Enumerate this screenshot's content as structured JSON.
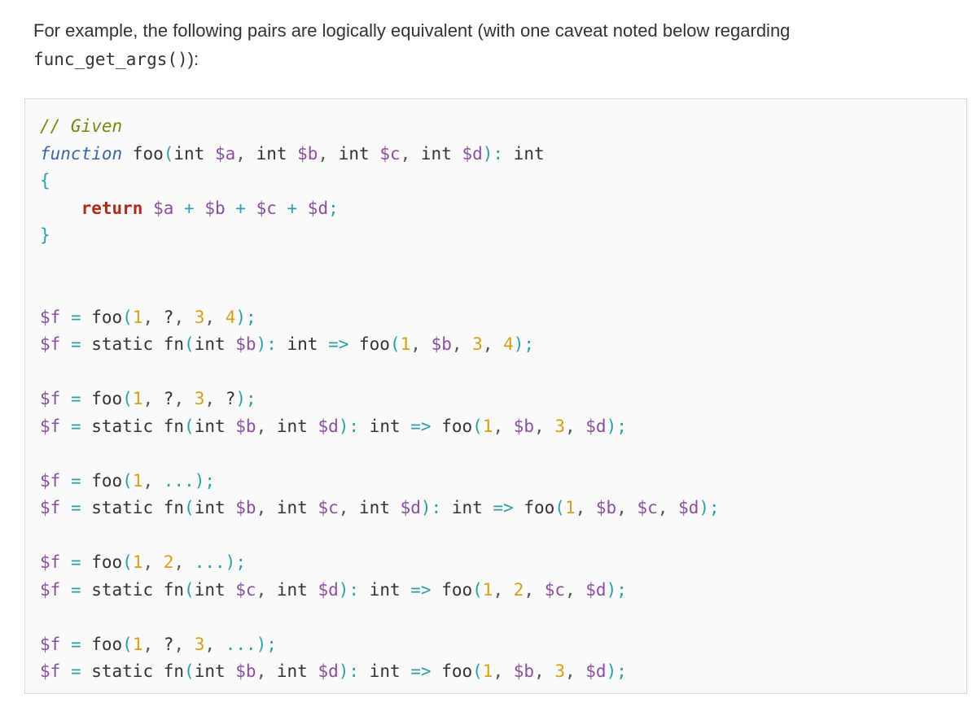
{
  "intro": {
    "text_before": "For example, the following pairs are logically equivalent (with one caveat noted below regarding",
    "code_ref": "func_get_args()",
    "text_after": "):"
  },
  "code_lines": [
    [
      {
        "t": "// Given",
        "c": "cm"
      }
    ],
    [
      {
        "t": "function",
        "c": "kw-fn"
      },
      {
        "t": " foo",
        "c": "plain"
      },
      {
        "t": "(",
        "c": "op"
      },
      {
        "t": "int ",
        "c": "plain"
      },
      {
        "t": "$a",
        "c": "var"
      },
      {
        "t": ", ",
        "c": "pun"
      },
      {
        "t": "int ",
        "c": "plain"
      },
      {
        "t": "$b",
        "c": "var"
      },
      {
        "t": ", ",
        "c": "pun"
      },
      {
        "t": "int ",
        "c": "plain"
      },
      {
        "t": "$c",
        "c": "var"
      },
      {
        "t": ", ",
        "c": "pun"
      },
      {
        "t": "int ",
        "c": "plain"
      },
      {
        "t": "$d",
        "c": "var"
      },
      {
        "t": "):",
        "c": "op"
      },
      {
        "t": " int",
        "c": "plain"
      }
    ],
    [
      {
        "t": "{",
        "c": "op"
      }
    ],
    [
      {
        "t": "    ",
        "c": "plain"
      },
      {
        "t": "return",
        "c": "kw-ret"
      },
      {
        "t": " ",
        "c": "plain"
      },
      {
        "t": "$a",
        "c": "var"
      },
      {
        "t": " + ",
        "c": "op"
      },
      {
        "t": "$b",
        "c": "var"
      },
      {
        "t": " + ",
        "c": "op"
      },
      {
        "t": "$c",
        "c": "var"
      },
      {
        "t": " + ",
        "c": "op"
      },
      {
        "t": "$d",
        "c": "var"
      },
      {
        "t": ";",
        "c": "op"
      }
    ],
    [
      {
        "t": "}",
        "c": "op"
      }
    ],
    [],
    [],
    [
      {
        "t": "$f",
        "c": "var"
      },
      {
        "t": " = ",
        "c": "op"
      },
      {
        "t": "foo",
        "c": "plain"
      },
      {
        "t": "(",
        "c": "op"
      },
      {
        "t": "1",
        "c": "num"
      },
      {
        "t": ", ",
        "c": "pun"
      },
      {
        "t": "?",
        "c": "plain"
      },
      {
        "t": ", ",
        "c": "pun"
      },
      {
        "t": "3",
        "c": "num"
      },
      {
        "t": ", ",
        "c": "pun"
      },
      {
        "t": "4",
        "c": "num"
      },
      {
        "t": ");",
        "c": "op"
      }
    ],
    [
      {
        "t": "$f",
        "c": "var"
      },
      {
        "t": " = ",
        "c": "op"
      },
      {
        "t": "static fn",
        "c": "plain"
      },
      {
        "t": "(",
        "c": "op"
      },
      {
        "t": "int ",
        "c": "plain"
      },
      {
        "t": "$b",
        "c": "var"
      },
      {
        "t": "):",
        "c": "op"
      },
      {
        "t": " int ",
        "c": "plain"
      },
      {
        "t": "=>",
        "c": "op"
      },
      {
        "t": " foo",
        "c": "plain"
      },
      {
        "t": "(",
        "c": "op"
      },
      {
        "t": "1",
        "c": "num"
      },
      {
        "t": ", ",
        "c": "pun"
      },
      {
        "t": "$b",
        "c": "var"
      },
      {
        "t": ", ",
        "c": "pun"
      },
      {
        "t": "3",
        "c": "num"
      },
      {
        "t": ", ",
        "c": "pun"
      },
      {
        "t": "4",
        "c": "num"
      },
      {
        "t": ");",
        "c": "op"
      }
    ],
    [],
    [
      {
        "t": "$f",
        "c": "var"
      },
      {
        "t": " = ",
        "c": "op"
      },
      {
        "t": "foo",
        "c": "plain"
      },
      {
        "t": "(",
        "c": "op"
      },
      {
        "t": "1",
        "c": "num"
      },
      {
        "t": ", ",
        "c": "pun"
      },
      {
        "t": "?",
        "c": "plain"
      },
      {
        "t": ", ",
        "c": "pun"
      },
      {
        "t": "3",
        "c": "num"
      },
      {
        "t": ", ",
        "c": "pun"
      },
      {
        "t": "?",
        "c": "plain"
      },
      {
        "t": ");",
        "c": "op"
      }
    ],
    [
      {
        "t": "$f",
        "c": "var"
      },
      {
        "t": " = ",
        "c": "op"
      },
      {
        "t": "static fn",
        "c": "plain"
      },
      {
        "t": "(",
        "c": "op"
      },
      {
        "t": "int ",
        "c": "plain"
      },
      {
        "t": "$b",
        "c": "var"
      },
      {
        "t": ", ",
        "c": "pun"
      },
      {
        "t": "int ",
        "c": "plain"
      },
      {
        "t": "$d",
        "c": "var"
      },
      {
        "t": "):",
        "c": "op"
      },
      {
        "t": " int ",
        "c": "plain"
      },
      {
        "t": "=>",
        "c": "op"
      },
      {
        "t": " foo",
        "c": "plain"
      },
      {
        "t": "(",
        "c": "op"
      },
      {
        "t": "1",
        "c": "num"
      },
      {
        "t": ", ",
        "c": "pun"
      },
      {
        "t": "$b",
        "c": "var"
      },
      {
        "t": ", ",
        "c": "pun"
      },
      {
        "t": "3",
        "c": "num"
      },
      {
        "t": ", ",
        "c": "pun"
      },
      {
        "t": "$d",
        "c": "var"
      },
      {
        "t": ");",
        "c": "op"
      }
    ],
    [],
    [
      {
        "t": "$f",
        "c": "var"
      },
      {
        "t": " = ",
        "c": "op"
      },
      {
        "t": "foo",
        "c": "plain"
      },
      {
        "t": "(",
        "c": "op"
      },
      {
        "t": "1",
        "c": "num"
      },
      {
        "t": ", ",
        "c": "pun"
      },
      {
        "t": "...",
        "c": "op"
      },
      {
        "t": ");",
        "c": "op"
      }
    ],
    [
      {
        "t": "$f",
        "c": "var"
      },
      {
        "t": " = ",
        "c": "op"
      },
      {
        "t": "static fn",
        "c": "plain"
      },
      {
        "t": "(",
        "c": "op"
      },
      {
        "t": "int ",
        "c": "plain"
      },
      {
        "t": "$b",
        "c": "var"
      },
      {
        "t": ", ",
        "c": "pun"
      },
      {
        "t": "int ",
        "c": "plain"
      },
      {
        "t": "$c",
        "c": "var"
      },
      {
        "t": ", ",
        "c": "pun"
      },
      {
        "t": "int ",
        "c": "plain"
      },
      {
        "t": "$d",
        "c": "var"
      },
      {
        "t": "):",
        "c": "op"
      },
      {
        "t": " int ",
        "c": "plain"
      },
      {
        "t": "=>",
        "c": "op"
      },
      {
        "t": " foo",
        "c": "plain"
      },
      {
        "t": "(",
        "c": "op"
      },
      {
        "t": "1",
        "c": "num"
      },
      {
        "t": ", ",
        "c": "pun"
      },
      {
        "t": "$b",
        "c": "var"
      },
      {
        "t": ", ",
        "c": "pun"
      },
      {
        "t": "$c",
        "c": "var"
      },
      {
        "t": ", ",
        "c": "pun"
      },
      {
        "t": "$d",
        "c": "var"
      },
      {
        "t": ");",
        "c": "op"
      }
    ],
    [],
    [
      {
        "t": "$f",
        "c": "var"
      },
      {
        "t": " = ",
        "c": "op"
      },
      {
        "t": "foo",
        "c": "plain"
      },
      {
        "t": "(",
        "c": "op"
      },
      {
        "t": "1",
        "c": "num"
      },
      {
        "t": ", ",
        "c": "pun"
      },
      {
        "t": "2",
        "c": "num"
      },
      {
        "t": ", ",
        "c": "pun"
      },
      {
        "t": "...",
        "c": "op"
      },
      {
        "t": ");",
        "c": "op"
      }
    ],
    [
      {
        "t": "$f",
        "c": "var"
      },
      {
        "t": " = ",
        "c": "op"
      },
      {
        "t": "static fn",
        "c": "plain"
      },
      {
        "t": "(",
        "c": "op"
      },
      {
        "t": "int ",
        "c": "plain"
      },
      {
        "t": "$c",
        "c": "var"
      },
      {
        "t": ", ",
        "c": "pun"
      },
      {
        "t": "int ",
        "c": "plain"
      },
      {
        "t": "$d",
        "c": "var"
      },
      {
        "t": "):",
        "c": "op"
      },
      {
        "t": " int ",
        "c": "plain"
      },
      {
        "t": "=>",
        "c": "op"
      },
      {
        "t": " foo",
        "c": "plain"
      },
      {
        "t": "(",
        "c": "op"
      },
      {
        "t": "1",
        "c": "num"
      },
      {
        "t": ", ",
        "c": "pun"
      },
      {
        "t": "2",
        "c": "num"
      },
      {
        "t": ", ",
        "c": "pun"
      },
      {
        "t": "$c",
        "c": "var"
      },
      {
        "t": ", ",
        "c": "pun"
      },
      {
        "t": "$d",
        "c": "var"
      },
      {
        "t": ");",
        "c": "op"
      }
    ],
    [],
    [
      {
        "t": "$f",
        "c": "var"
      },
      {
        "t": " = ",
        "c": "op"
      },
      {
        "t": "foo",
        "c": "plain"
      },
      {
        "t": "(",
        "c": "op"
      },
      {
        "t": "1",
        "c": "num"
      },
      {
        "t": ", ",
        "c": "pun"
      },
      {
        "t": "?",
        "c": "plain"
      },
      {
        "t": ", ",
        "c": "pun"
      },
      {
        "t": "3",
        "c": "num"
      },
      {
        "t": ", ",
        "c": "pun"
      },
      {
        "t": "...",
        "c": "op"
      },
      {
        "t": ");",
        "c": "op"
      }
    ],
    [
      {
        "t": "$f",
        "c": "var"
      },
      {
        "t": " = ",
        "c": "op"
      },
      {
        "t": "static fn",
        "c": "plain"
      },
      {
        "t": "(",
        "c": "op"
      },
      {
        "t": "int ",
        "c": "plain"
      },
      {
        "t": "$b",
        "c": "var"
      },
      {
        "t": ", ",
        "c": "pun"
      },
      {
        "t": "int ",
        "c": "plain"
      },
      {
        "t": "$d",
        "c": "var"
      },
      {
        "t": "):",
        "c": "op"
      },
      {
        "t": " int ",
        "c": "plain"
      },
      {
        "t": "=>",
        "c": "op"
      },
      {
        "t": " foo",
        "c": "plain"
      },
      {
        "t": "(",
        "c": "op"
      },
      {
        "t": "1",
        "c": "num"
      },
      {
        "t": ", ",
        "c": "pun"
      },
      {
        "t": "$b",
        "c": "var"
      },
      {
        "t": ", ",
        "c": "pun"
      },
      {
        "t": "3",
        "c": "num"
      },
      {
        "t": ", ",
        "c": "pun"
      },
      {
        "t": "$d",
        "c": "var"
      },
      {
        "t": ");",
        "c": "op"
      }
    ]
  ]
}
